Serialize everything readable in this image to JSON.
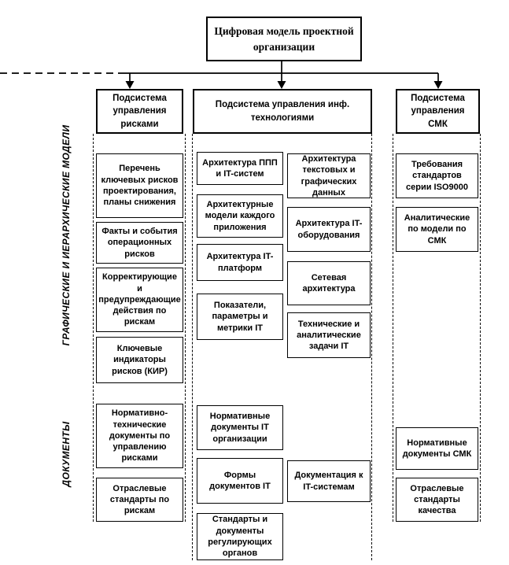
{
  "root": {
    "title": "Цифровая модель проектной организации"
  },
  "side_labels": {
    "models": "ГРАФИЧЕСКИЕ И ИЕРАРХИЧЕСКИЕ МОДЕЛИ",
    "documents": "ДОКУМЕНТЫ"
  },
  "columns": [
    {
      "header": "Подсистема управления рисками",
      "boxes": [
        "Перечень ключевых рисков проектирования, планы снижения",
        "Факты и события операционных рисков",
        "Корректирующие и предупреждающие действия по рискам",
        "Ключевые индикаторы рисков (КИР)",
        "Нормативно-технические документы по управлению рисками",
        "Отраслевые стандарты по рискам"
      ]
    },
    {
      "header": "Подсистема управления инф. технологиями",
      "left_boxes": [
        "Архитектура ППП и IT-систем",
        "Архитектурные модели каждого приложения",
        "Архитектура IT-платформ",
        "Показатели, параметры и метрики IT",
        "Нормативные документы IT организации",
        "Формы документов IT",
        "Стандарты и документы регулирующих органов"
      ],
      "right_boxes": [
        "Архитектура текстовых и графических данных",
        "Архитектура IT-оборудования",
        "Сетевая архитектура",
        "Технические и аналитические задачи IT",
        "Документация к IT-системам"
      ]
    },
    {
      "header": "Подсистема управления СМК",
      "boxes": [
        "Требования стандартов серии ISO9000",
        "Аналитические по модели по СМК",
        "Нормативные документы СМК",
        "Отраслевые стандарты качества"
      ]
    }
  ]
}
